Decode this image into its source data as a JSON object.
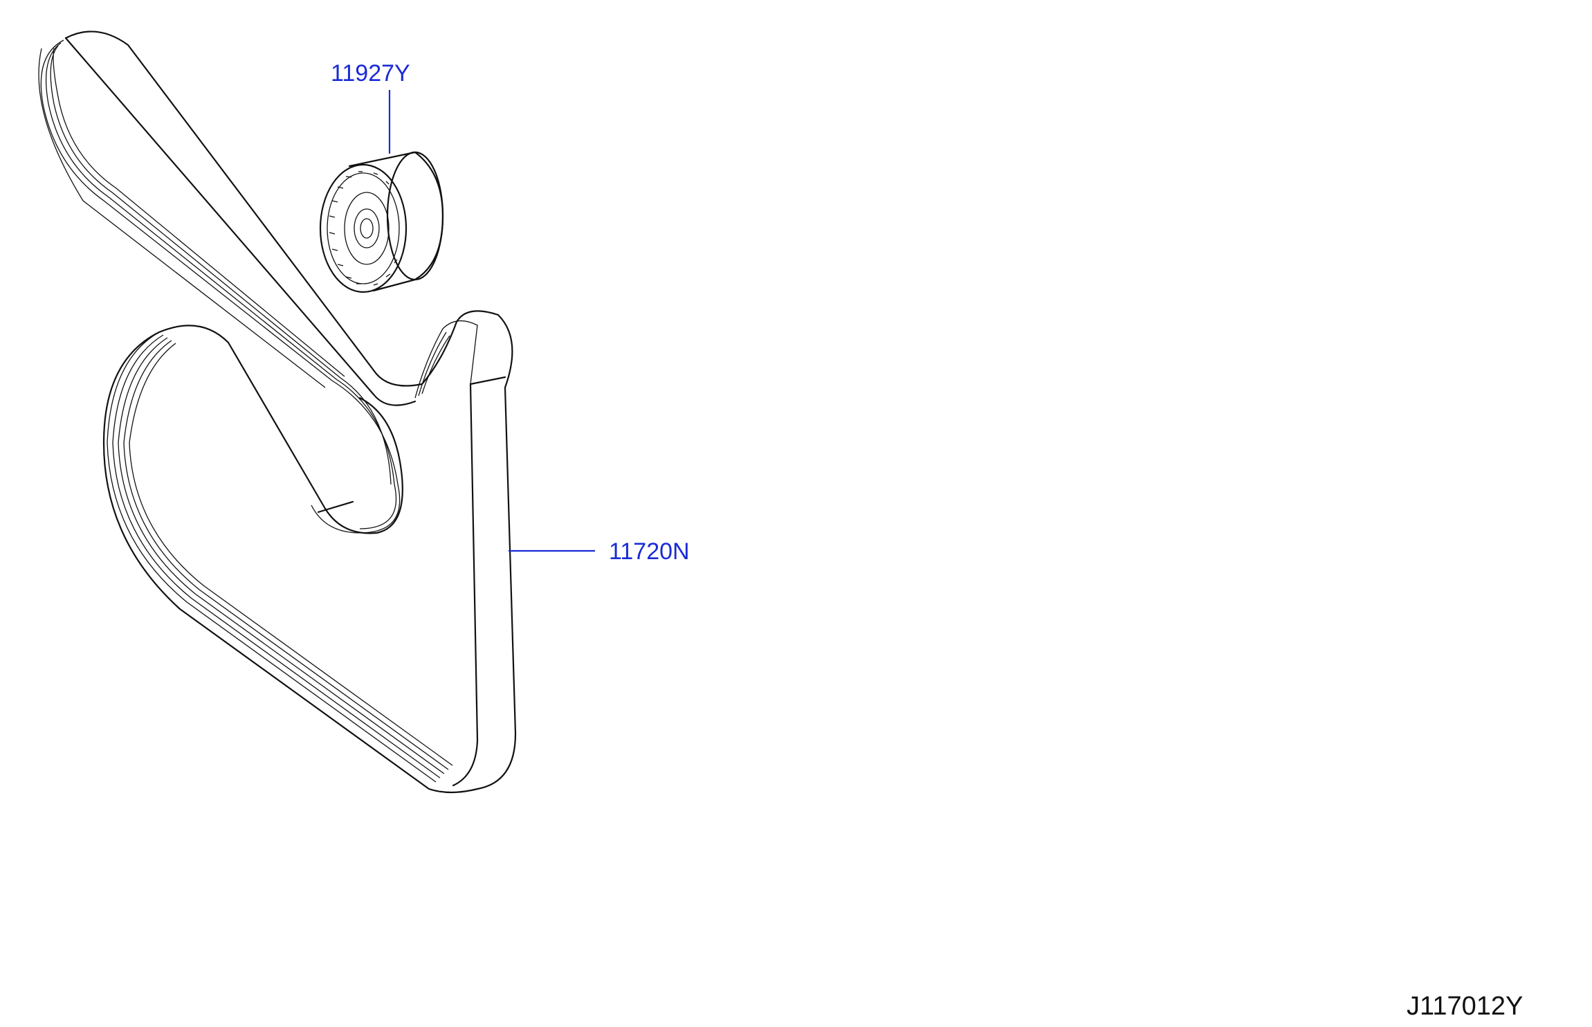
{
  "parts": [
    {
      "id": "pulley",
      "part_number": "11927Y"
    },
    {
      "id": "belt",
      "part_number": "11720N"
    }
  ],
  "figure_code": "J117012Y",
  "colors": {
    "callout": "#1a2bd6",
    "line": "#111111",
    "background": "#ffffff"
  }
}
